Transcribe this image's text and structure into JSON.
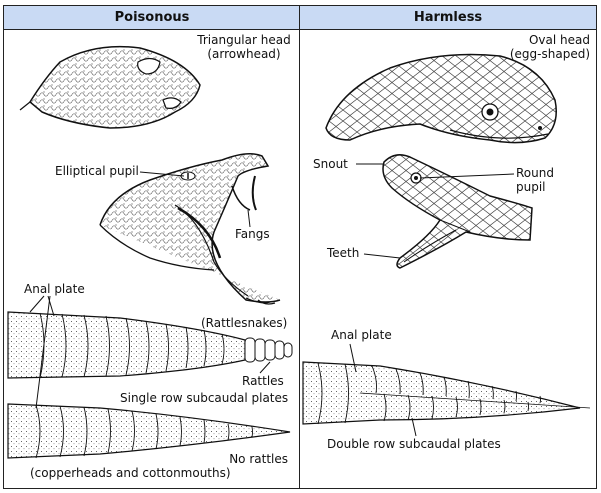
{
  "columns": {
    "left_title": "Poisonous",
    "right_title": "Harmless"
  },
  "poisonous": {
    "head_shape_line1": "Triangular head",
    "head_shape_line2": "(arrowhead)",
    "pupil": "Elliptical pupil",
    "fangs": "Fangs",
    "rattlesnakes": "(Rattlesnakes)",
    "anal_plate": "Anal plate",
    "rattles": "Rattles",
    "single_row": "Single row subcaudal plates",
    "no_rattles": "No rattles",
    "copperheads": "(copperheads and cottonmouths)"
  },
  "harmless": {
    "head_shape_line1": "Oval head",
    "head_shape_line2": "(egg-shaped)",
    "snout": "Snout",
    "pupil_line1": "Round",
    "pupil_line2": "pupil",
    "teeth": "Teeth",
    "anal_plate": "Anal plate",
    "double_row": "Double row subcaudal plates"
  }
}
